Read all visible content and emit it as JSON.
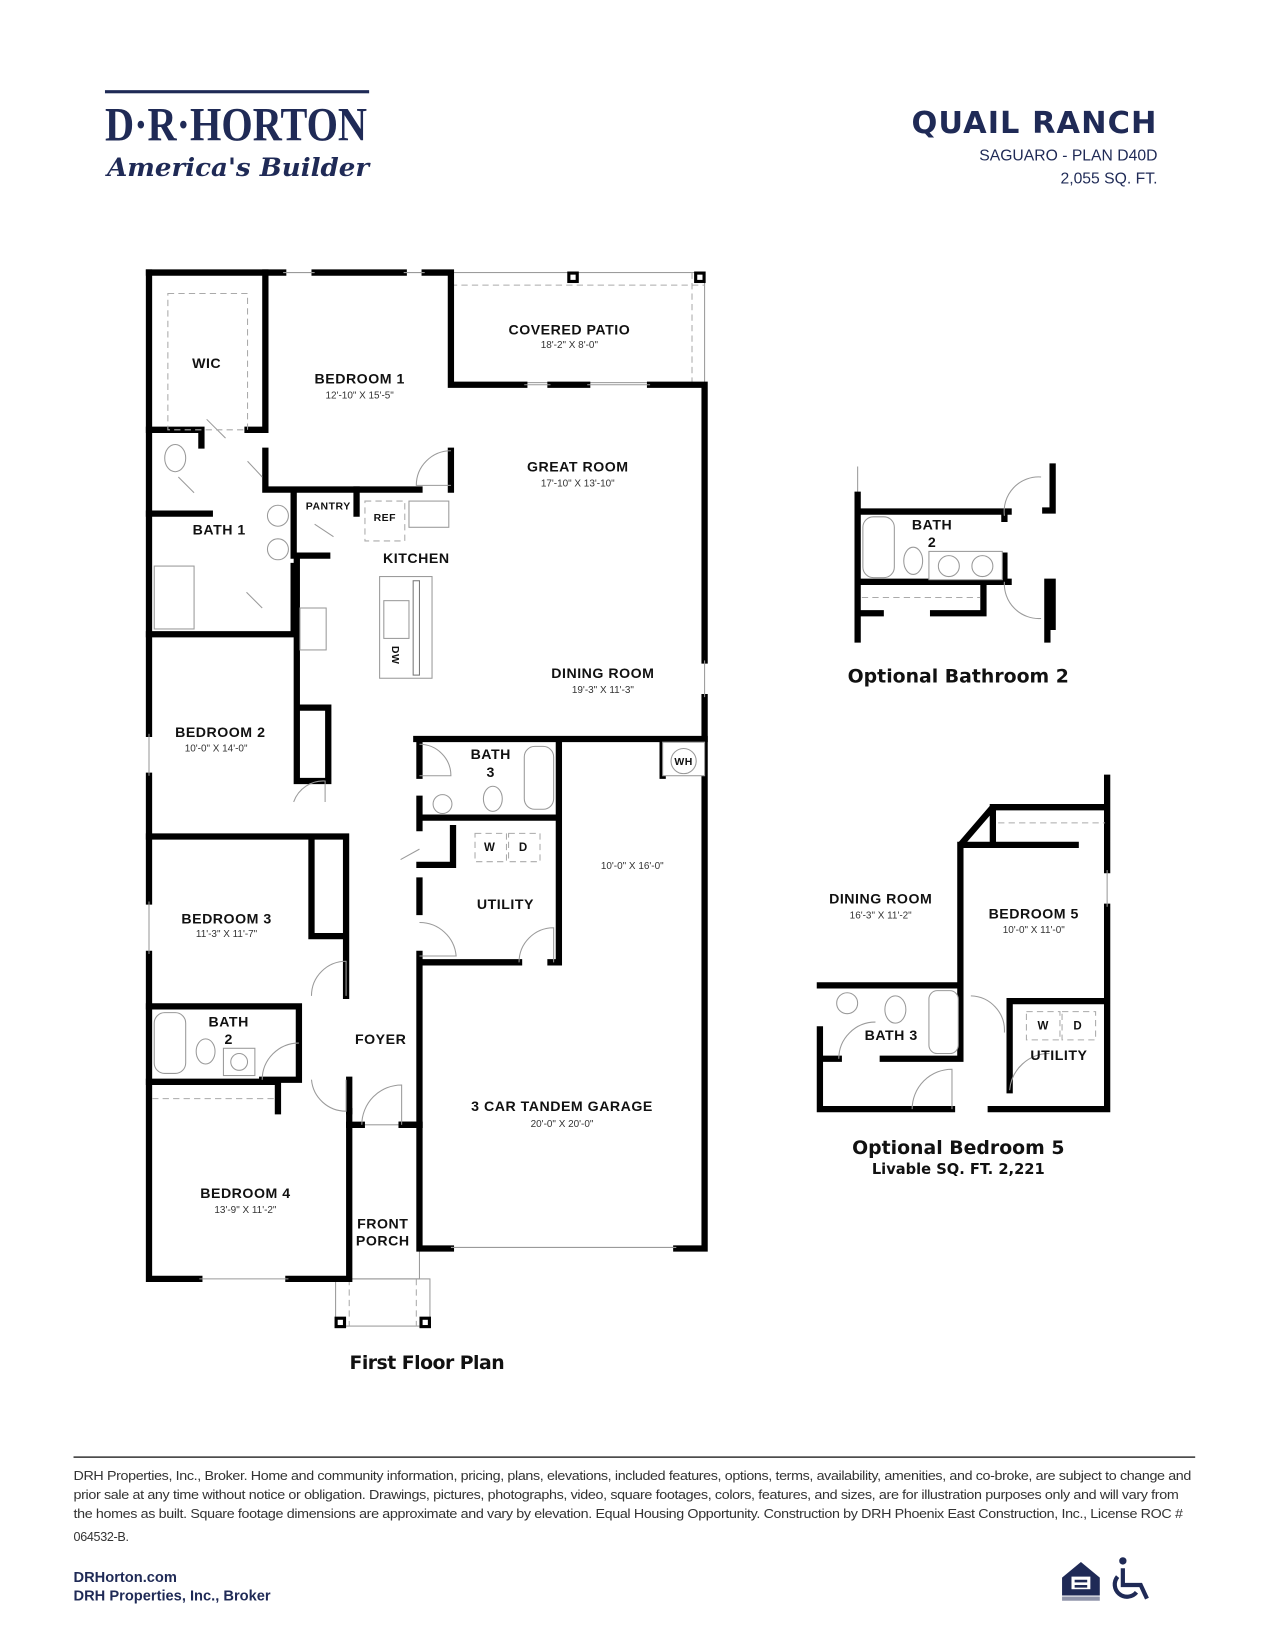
{
  "brand": {
    "logo_text": "D·R·HORTON",
    "tagline": "America's Builder",
    "color": "#1f2a56"
  },
  "header": {
    "community": "QUAIL RANCH",
    "plan": "SAGUARO - PLAN D40D",
    "sqft": "2,055 SQ. FT."
  },
  "first_floor": {
    "caption": "First Floor Plan",
    "rooms": {
      "covered_patio": {
        "name": "COVERED PATIO",
        "dims": "18'-2\" X 8'-0\""
      },
      "wic": {
        "name": "WIC"
      },
      "bedroom1": {
        "name": "BEDROOM 1",
        "dims": "12'-10\" X 15'-5\""
      },
      "great_room": {
        "name": "GREAT ROOM",
        "dims": "17'-10\" X 13'-10\""
      },
      "pantry": {
        "name": "PANTRY"
      },
      "ref": {
        "name": "REF"
      },
      "bath1": {
        "name": "BATH 1"
      },
      "kitchen": {
        "name": "KITCHEN"
      },
      "dw": {
        "name": "DW"
      },
      "dining_room": {
        "name": "DINING ROOM",
        "dims": "19'-3\" X 11'-3\""
      },
      "bedroom2": {
        "name": "BEDROOM 2",
        "dims": "10'-0\" X 14'-0\""
      },
      "bath3": {
        "name": "BATH",
        "num": "3"
      },
      "wh": {
        "name": "WH"
      },
      "washer": {
        "name": "W"
      },
      "dryer": {
        "name": "D"
      },
      "garage_ext": {
        "dims": "10'-0\" X 16'-0\""
      },
      "utility": {
        "name": "UTILITY"
      },
      "bedroom3": {
        "name": "BEDROOM 3",
        "dims": "11'-3\" X 11'-7\""
      },
      "bath2": {
        "name": "BATH",
        "num": "2"
      },
      "foyer": {
        "name": "FOYER"
      },
      "garage": {
        "name": "3 CAR TANDEM GARAGE",
        "dims": "20'-0\" X 20'-0\""
      },
      "bedroom4": {
        "name": "BEDROOM 4",
        "dims": "13'-9\" X 11'-2\""
      },
      "front_porch": {
        "name1": "FRONT",
        "name2": "PORCH"
      }
    }
  },
  "optional_bath2": {
    "caption": "Optional Bathroom 2",
    "room": {
      "name": "BATH",
      "num": "2"
    }
  },
  "optional_bed5": {
    "caption": "Optional Bedroom 5",
    "subcaption": "Livable SQ. FT.  2,221",
    "dining": {
      "name": "DINING ROOM",
      "dims": "16'-3\" X 11'-2\""
    },
    "bedroom5": {
      "name": "BEDROOM 5",
      "dims": "10'-0\" X 11'-0\""
    },
    "bath3": {
      "name": "BATH 3"
    },
    "washer": "W",
    "dryer": "D",
    "utility": {
      "name": "UTILITY"
    }
  },
  "footer": {
    "disclaimer": [
      "DRH Properties, Inc., Broker. Home and community information, pricing, plans, elevations, included features, options, terms, availability, amenities, and co-broke, are subject to change and",
      "prior sale at any time without notice or obligation. Drawings, pictures, photographs, video, square footages, colors, features, and sizes, are for illustration purposes only and will vary from",
      "the homes as built. Square footage dimensions are approximate and vary by elevation. Equal Housing Opportunity. Construction by DRH Phoenix East Construction, Inc., License ROC #",
      "064532-B."
    ],
    "website": "DRHorton.com",
    "broker": "DRH Properties, Inc., Broker",
    "icons": [
      "equal-housing-icon",
      "accessibility-icon"
    ]
  }
}
